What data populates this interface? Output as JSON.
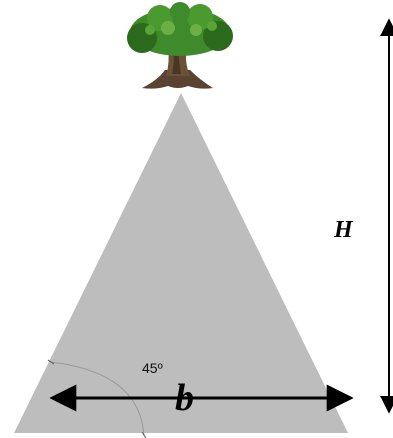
{
  "labels": {
    "height": "H",
    "base": "b",
    "angle": "45º"
  },
  "colors": {
    "pyramid": "#bdbdbd",
    "foliage": "#3f8a2a",
    "foliage_dark": "#2b6a1c",
    "foliage_light": "#6bb043",
    "trunk": "#6b5138",
    "trunk_dark": "#4a3624",
    "line": "#000000",
    "angle_arc": "#9a9a9a"
  },
  "icons": {
    "tree": "tree-icon"
  }
}
